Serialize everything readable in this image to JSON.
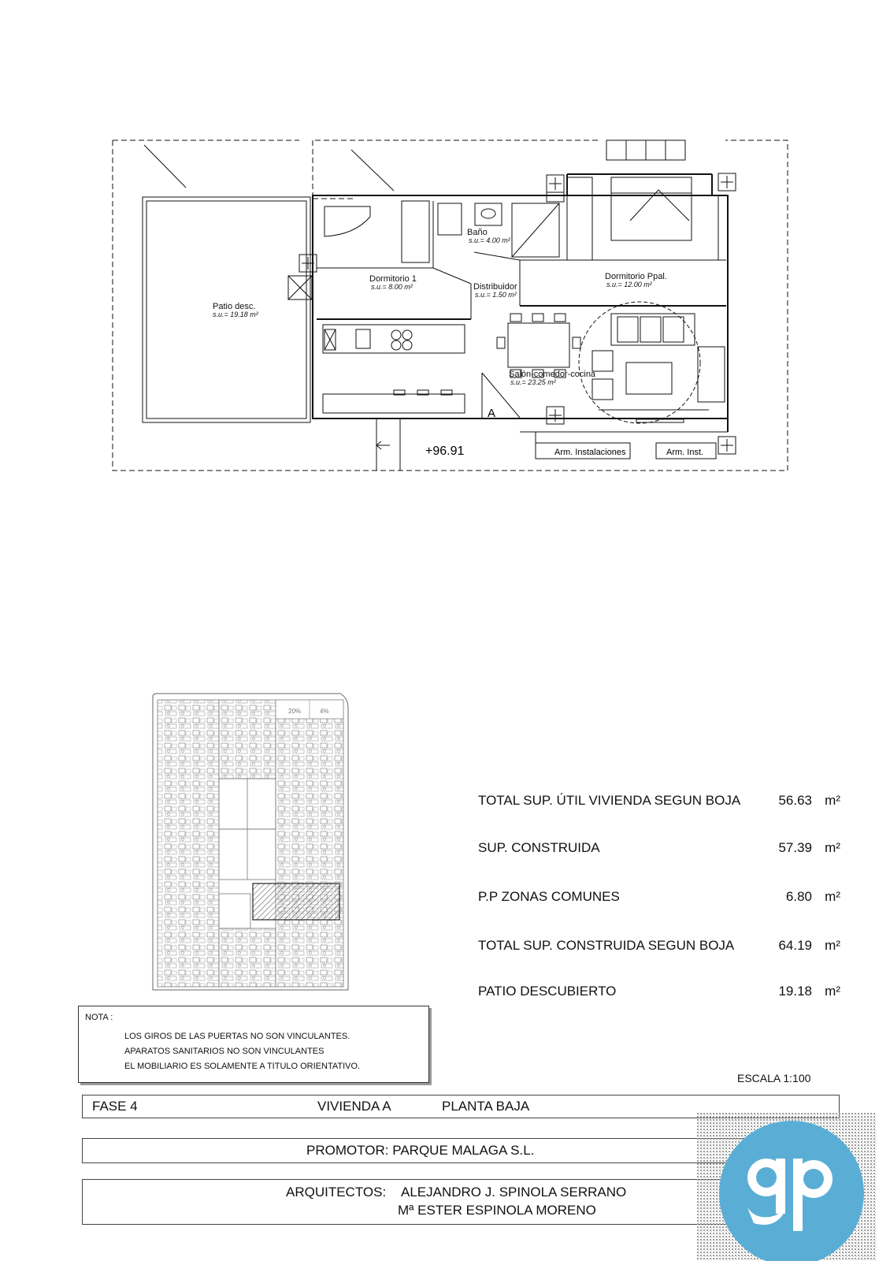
{
  "plan": {
    "rooms": [
      {
        "name": "Patio desc.",
        "area": "s.u.= 19.18 m²"
      },
      {
        "name": "Dormitorio 1",
        "area": "s.u.= 8.00 m²"
      },
      {
        "name": "Baño",
        "area": "s.u.= 4.00 m²"
      },
      {
        "name": "Distribuidor",
        "area": "s.u.= 1.50 m²"
      },
      {
        "name": "Dormitorio Ppal.",
        "area": "s.u.= 12.00 m²"
      },
      {
        "name": "Salón-comedor-cocina",
        "area": "s.u.= 23.25 m²"
      }
    ],
    "marker": "A",
    "level": "+96.91",
    "storage": [
      "Arm. Instalaciones",
      "Arm. Inst."
    ]
  },
  "site": {
    "ramp_labels": [
      "20%",
      "4%"
    ]
  },
  "areas": [
    {
      "label": "TOTAL SUP. ÚTIL VIVIENDA SEGUN BOJA",
      "value": "56.63",
      "unit": "m²"
    },
    {
      "label": "SUP. CONSTRUIDA",
      "value": "57.39",
      "unit": "m²"
    },
    {
      "label": "P.P ZONAS COMUNES",
      "value": "6.80",
      "unit": "m²"
    },
    {
      "label": "TOTAL SUP. CONSTRUIDA SEGUN BOJA",
      "value": "64.19",
      "unit": "m²"
    },
    {
      "label": "PATIO DESCUBIERTO",
      "value": "19.18",
      "unit": "m²"
    }
  ],
  "note": {
    "title": "NOTA :",
    "lines": [
      "LOS GIROS DE LAS PUERTAS NO SON VINCULANTES.",
      "APARATOS SANITARIOS NO SON VINCULANTES",
      "EL MOBILIARIO ES SOLAMENTE A TITULO ORIENTATIVO."
    ]
  },
  "scale": "ESCALA 1:100",
  "title_block": {
    "phase": "FASE 4",
    "unit": "VIVIENDA A",
    "floor": "PLANTA BAJA",
    "promoter": "PROMOTOR: PARQUE MALAGA S.L.",
    "architects_label": "ARQUITECTOS:",
    "architect_1": "ALEJANDRO J. SPINOLA SERRANO",
    "architect_2": "Mª ESTER ESPINOLA MORENO"
  },
  "logo": {
    "text": "gp",
    "color": "#5aaed6"
  },
  "colors": {
    "line": "#111111",
    "hatch": "#555555"
  }
}
